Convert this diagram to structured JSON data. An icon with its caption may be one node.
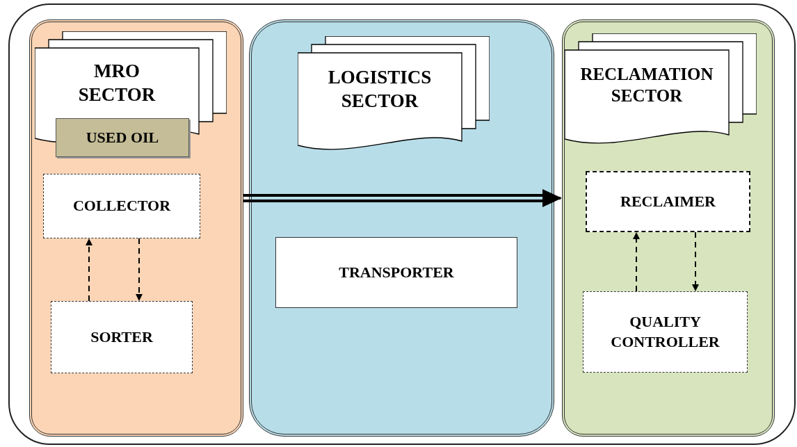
{
  "diagram": {
    "nodes": [
      {
        "text": [],
        "shape": "box"
      },
      {
        "text": [],
        "shape": "box",
        "in": 0
      },
      {
        "text": [
          "MRO SECTOR"
        ],
        "in": 1
      },
      {
        "text": [
          "USED OIL"
        ],
        "in": 1
      },
      {
        "text": [
          "COLLECTOR"
        ],
        "in": 1
      },
      {
        "text": [
          "SORTER"
        ],
        "in": 1
      },
      {
        "text": [],
        "shape": "box",
        "in": 0
      },
      {
        "text": [
          "LOGISTICS SECTOR"
        ],
        "in": 6
      },
      {
        "text": [
          "TRANSPORTER"
        ],
        "in": 6
      },
      {
        "text": [],
        "shape": "box",
        "in": 0
      },
      {
        "text": [
          "RECLAMATION SECTOR"
        ],
        "in": 9
      },
      {
        "text": [
          "RECLAIMER"
        ],
        "in": 9
      },
      {
        "text": [
          "QUALITY CONTROLLER"
        ],
        "in": 9
      }
    ],
    "edges": [
      {
        "from": 5,
        "to": 4,
        "arrow": "to",
        "style": "dashed"
      },
      {
        "from": 4,
        "to": 5,
        "arrow": "to",
        "style": "dashed"
      },
      {
        "from": 12,
        "to": 11,
        "arrow": "to",
        "style": "dashed"
      },
      {
        "from": 11,
        "to": 12,
        "arrow": "to",
        "style": "dashed"
      },
      {
        "from": 1,
        "to": 9,
        "arrow": "to",
        "style": "thick"
      }
    ]
  }
}
